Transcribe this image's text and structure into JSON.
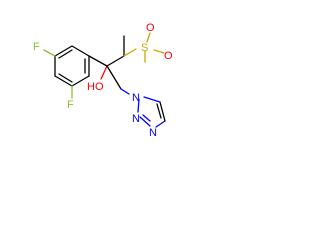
{
  "atoms": {
    "F_top": "F",
    "F_bottom": "F",
    "S": "S",
    "O_top": "O",
    "O_right": "O",
    "HO": "HO",
    "N_ring1": "N",
    "N_ring2": "N",
    "N_ring4": "N"
  },
  "colors": {
    "bond": "#000000",
    "fluorine": "#8fbc2f",
    "sulfur": "#c8a800",
    "oxygen": "#ff0000",
    "nitrogen": "#0000ff"
  }
}
